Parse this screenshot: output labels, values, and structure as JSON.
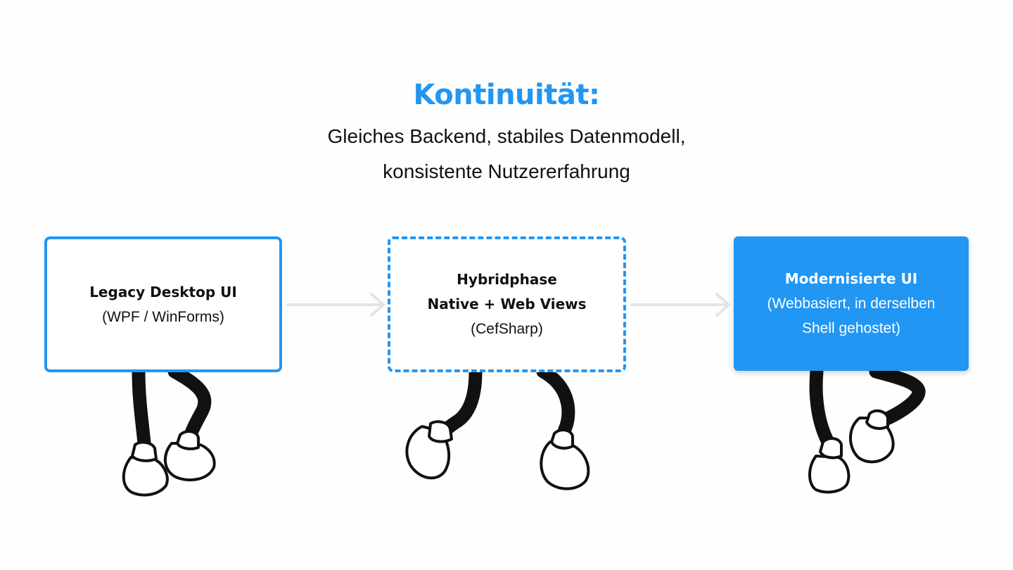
{
  "title": "Kontinuität:",
  "subtitle_line1": "Gleiches Backend, stabiles Datenmodell,",
  "subtitle_line2": "konsistente Nutzererfahrung",
  "colors": {
    "accent": "#2196f3",
    "text": "#111111",
    "arrow": "#e4e4e7"
  },
  "stages": [
    {
      "name": "Legacy Desktop UI",
      "detail": "(WPF / WinForms)",
      "style": "solid-outline"
    },
    {
      "name": "Hybridphase",
      "name2": "Native + Web Views",
      "detail": "(CefSharp)",
      "style": "dashed-outline"
    },
    {
      "name": "Modernisierte UI",
      "detail1": "(Webbasiert, in derselben",
      "detail2": "Shell gehostet)",
      "style": "filled"
    }
  ],
  "connectors": [
    "arrow-right",
    "arrow-right"
  ],
  "illustration": "cartoon-legs-with-white-shoes"
}
